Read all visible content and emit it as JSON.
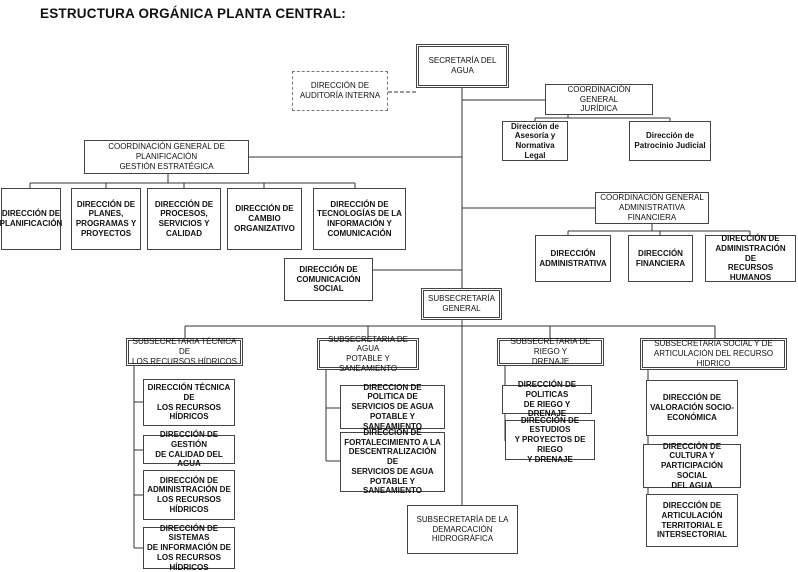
{
  "title": "ESTRUCTURA ORGÁNICA PLANTA CENTRAL:",
  "nodes": {
    "secretaria": "SECRETARÍA DEL AGUA",
    "auditoria": "DIRECCIÓN DE\nAUDITORÍA INTERNA",
    "coord_juridica": "COORDINACIÓN GENERAL\nJURÍDICA",
    "asesoria": "Dirección de\nAsesoría y\nNormativa Legal",
    "patrocinio": "Dirección de\nPatrocinio Judicial",
    "coord_planificacion": "COORDINACIÓN GENERAL DE PLANIFICACIÓN\nGESTIÓN ESTRATÉGICA",
    "planificacion": "DIRECCIÓN DE\nPLANIFICACIÓN",
    "planes": "DIRECCIÓN DE\nPLANES,\nPROGRAMAS Y\nPROYECTOS",
    "procesos": "DIRECCIÓN DE\nPROCESOS,\nSERVICIOS Y\nCALIDAD",
    "cambio": "DIRECCIÓN DE\nCAMBIO\nORGANIZATIVO",
    "tecnologias": "DIRECCIÓN DE\nTECNOLOGÍAS DE LA\nINFORMACIÓN Y\nCOMUNICACIÓN",
    "comunicacion": "DIRECCIÓN DE\nCOMUNICACIÓN SOCIAL",
    "coord_administrativa": "COORDINACIÓN GENERAL\nADMINISTRATIVA FINANCIERA",
    "administrativa": "DIRECCIÓN\nADMINISTRATIVA",
    "financiera": "DIRECCIÓN\nFINANCIERA",
    "rrhh": "DIRECCIÓN DE\nADMINISTRACIÓN DE\nRECURSOS HUMANOS",
    "subsecretaria_general": "SUBSECRETARÍA\nGENERAL",
    "sub_tecnica": "SUBSECRETARIA TÉCNICA DE\nLOS RECURSOS HÍDRICOS",
    "tecnica_rh": "DIRECCIÓN TÉCNICA DE\nLOS RECURSOS\nHÍDRICOS",
    "calidad_agua": "DIRECCIÓN DE GESTIÓN\nDE CALIDAD DEL AGUA",
    "admin_rh": "DIRECCIÓN DE\nADMINISTRACIÓN DE\nLOS RECURSOS\nHÍDRICOS",
    "sistemas_info": "DIRECCIÓN DE SISTEMAS\nDE INFORMACIÓN DE\nLOS RECURSOS HÍDRICOS",
    "sub_potable": "SUBSECRETARIA DE AGUA\nPOTABLE Y SANEAMIENTO",
    "politica_agua": "DIRECCION DE POLITICA DE\nSERVICIOS DE AGUA\nPOTABLE Y SANEAMIENTO",
    "fortalecimiento": "DIRECCION DE\nFORTALECIMIENTO A LA\nDESCENTRALIZACIÓN DE\nSERVICIOS DE AGUA\nPOTABLE Y SANEAMIENTO",
    "sub_riego": "SUBSECRETARIA DE RIEGO Y\nDRENAJE",
    "politicas_riego": "DIRECCIÓN DE POLITICAS\nDE RIEGO Y DRENAJE",
    "estudios_riego": "DIRECCIÓN DE ESTUDIOS\nY PROYECTOS DE RIEGO\nY DRENAJE",
    "sub_social": "SUBSECRETARIA SOCIAL Y DE\nARTICULACIÓN DEL RECURSO HIDRICO",
    "valoracion": "DIRECCIÓN DE\nVALORACIÓN SOCIO-\nECONÓMICA",
    "cultura": "DIRECCIÓN DE CULTURA Y\nPARTICIPACIÓN SOCIAL\nDEL AGUA",
    "articulacion": "DIRECCIÓN DE\nARTICULACIÓN\nTERRITORIAL E\nINTERSECTORIAL",
    "demarcacion": "SUBSECRETARÍA DE LA\nDEMARCACIÓN\nHIDROGRÁFICA"
  }
}
